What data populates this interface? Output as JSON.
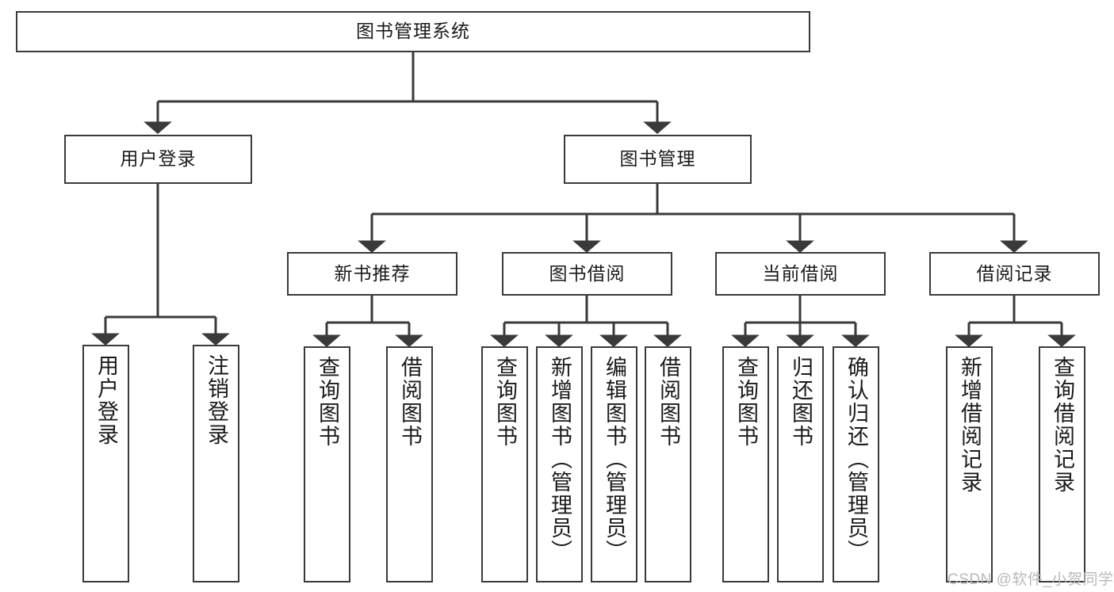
{
  "diagram": {
    "title": "图书管理系统",
    "type": "tree",
    "watermark": "CSDN @软件_小贺同学",
    "style": {
      "box_border": "#3a3a3a",
      "box_fill": "#ffffff",
      "line_color": "#3a3a3a",
      "text_color": "#1a1a1a",
      "watermark_color": "#b9b9b9",
      "background": "#ffffff"
    },
    "root": {
      "label": "图书管理系统"
    },
    "level1": [
      {
        "label": "用户登录"
      },
      {
        "label": "图书管理"
      }
    ],
    "level2": [
      {
        "label": "新书推荐",
        "parent": "图书管理"
      },
      {
        "label": "图书借阅",
        "parent": "图书管理"
      },
      {
        "label": "当前借阅",
        "parent": "图书管理"
      },
      {
        "label": "借阅记录",
        "parent": "图书管理"
      }
    ],
    "leaves": {
      "user_login": [
        {
          "label": "用户登录"
        },
        {
          "label": "注销登录"
        }
      ],
      "new_book": [
        {
          "label": "查询图书"
        },
        {
          "label": "借阅图书"
        }
      ],
      "book_borrow": [
        {
          "label": "查询图书"
        },
        {
          "label": "新增图书（管理员）"
        },
        {
          "label": "编辑图书（管理员）"
        },
        {
          "label": "借阅图书"
        }
      ],
      "current_borrow": [
        {
          "label": "查询图书"
        },
        {
          "label": "归还图书"
        },
        {
          "label": "确认归还（管理员）"
        }
      ],
      "borrow_record": [
        {
          "label": "新增借阅记录"
        },
        {
          "label": "查询借阅记录"
        }
      ]
    }
  }
}
